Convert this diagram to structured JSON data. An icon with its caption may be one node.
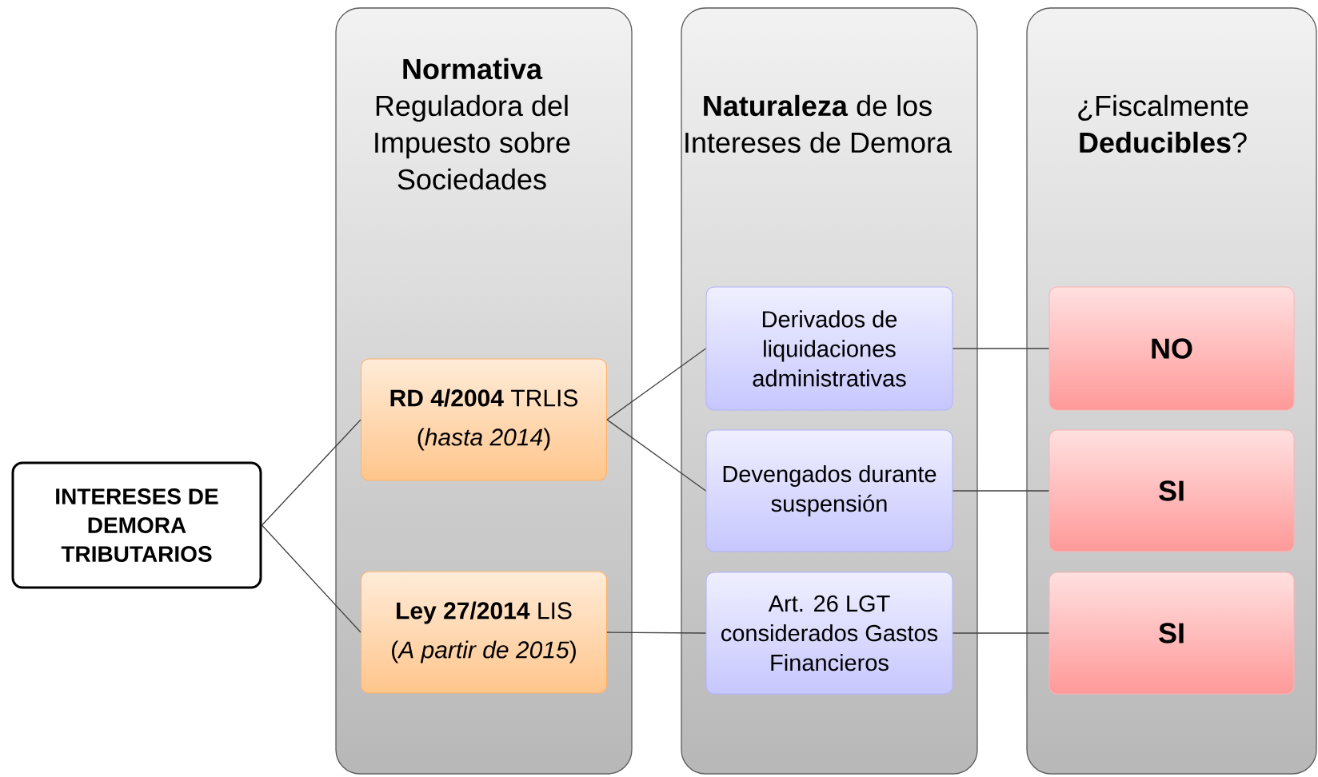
{
  "diagram": {
    "nodes": [
      {
        "text": [
          "**Normativa** Reguladora del Impuesto sobre Sociedades"
        ]
      },
      {
        "text": [
          "**Naturaleza** de los Intereses de Demora"
        ]
      },
      {
        "text": [
          "¿Fiscalmente **Deducibles**?"
        ]
      },
      {
        "text": [
          "INTERESES DE DEMORA TRIBUTARIOS"
        ]
      },
      {
        "text": [
          "**RD 4/2004** TRLIS",
          "(*hasta 2014*)"
        ],
        "in": 0
      },
      {
        "text": [
          "**Ley 27/2014** LIS",
          "(*A partir de 2015*)"
        ],
        "in": 0
      },
      {
        "text": [
          "Derivados de liquidaciones administrativas"
        ],
        "in": 1
      },
      {
        "text": [
          "Devengados durante suspensión"
        ],
        "in": 1
      },
      {
        "text": [
          "Art. 26 LGT considerados Gastos Financieros"
        ],
        "in": 1
      },
      {
        "text": [
          "NO"
        ],
        "in": 2
      },
      {
        "text": [
          "SI"
        ],
        "in": 2
      },
      {
        "text": [
          "SI"
        ],
        "in": 2
      }
    ],
    "edges": [
      {
        "from": 3,
        "to": 4,
        "arrow": "none"
      },
      {
        "from": 3,
        "to": 5,
        "arrow": "none"
      },
      {
        "from": 4,
        "to": 6,
        "arrow": "none"
      },
      {
        "from": 4,
        "to": 7,
        "arrow": "none"
      },
      {
        "from": 5,
        "to": 8,
        "arrow": "none"
      },
      {
        "from": 6,
        "to": 9,
        "arrow": "none"
      },
      {
        "from": 7,
        "to": 10,
        "arrow": "none"
      },
      {
        "from": 8,
        "to": 11,
        "arrow": "none"
      }
    ]
  }
}
